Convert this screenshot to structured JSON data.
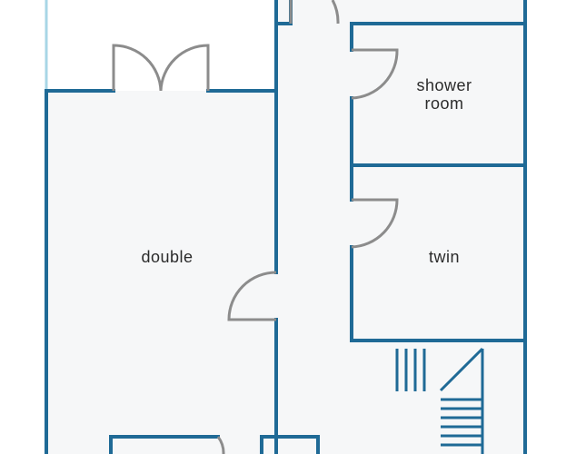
{
  "floor_plan": {
    "rooms": [
      {
        "id": "double",
        "label_lines": [
          "double"
        ]
      },
      {
        "id": "shower-room",
        "label_lines": [
          "shower",
          "room"
        ]
      },
      {
        "id": "twin",
        "label_lines": [
          "twin"
        ]
      }
    ]
  },
  "colors": {
    "wall": "#1f6a96",
    "floor": "#f6f7f8",
    "door": "#8c8c8c",
    "outside_edge": "#a8d6e6",
    "stairs": "#1f6a96",
    "text": "#2b2b2b"
  }
}
